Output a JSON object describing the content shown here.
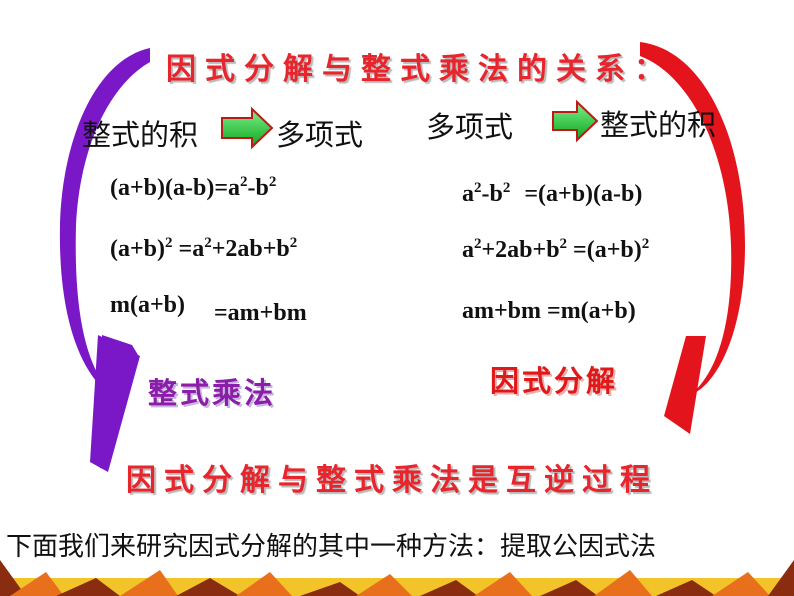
{
  "heading": "因式分解与整式乘法的关系：",
  "left_column": {
    "from": "整式的积",
    "to": "多项式",
    "formulas": [
      {
        "lhs": "(a+b)(a-b)",
        "rhs": [
          "=a",
          "2",
          "-b",
          "2"
        ]
      },
      {
        "lhs": [
          "(a+b)",
          "2"
        ],
        "rhs": [
          "=a",
          "2",
          "+2ab+b",
          "2"
        ]
      },
      {
        "lhs": "m(a+b)",
        "rhs": "=am+bm"
      }
    ],
    "process_label": "整式乘法"
  },
  "right_column": {
    "from": "多项式",
    "to": "整式的积",
    "formulas": [
      {
        "lhs": [
          "a",
          "2",
          "-b",
          "2"
        ],
        "rhs": "=(a+b)(a-b)"
      },
      {
        "lhs": [
          "a",
          "2",
          "+2ab+b",
          "2"
        ],
        "rhs": [
          "=(a+b)",
          "2"
        ]
      },
      {
        "lhs": "am+bm",
        "rhs": "=m(a+b)"
      }
    ],
    "process_label": "因式分解"
  },
  "conclusion": "因式分解与整式乘法是互逆过程",
  "bottom_text": "下面我们来研究因式分解的其中一种方法：提取公因式法",
  "colors": {
    "title_red": "#e8242c",
    "purple_arrow": "#7a18c8",
    "red_arrow": "#e4141c",
    "green_arrow": "#2cc840",
    "purple_label": "#8a1ea8",
    "red_label": "#e01818",
    "footer_orange": "#e8701c",
    "footer_dark": "#8a2c10"
  }
}
